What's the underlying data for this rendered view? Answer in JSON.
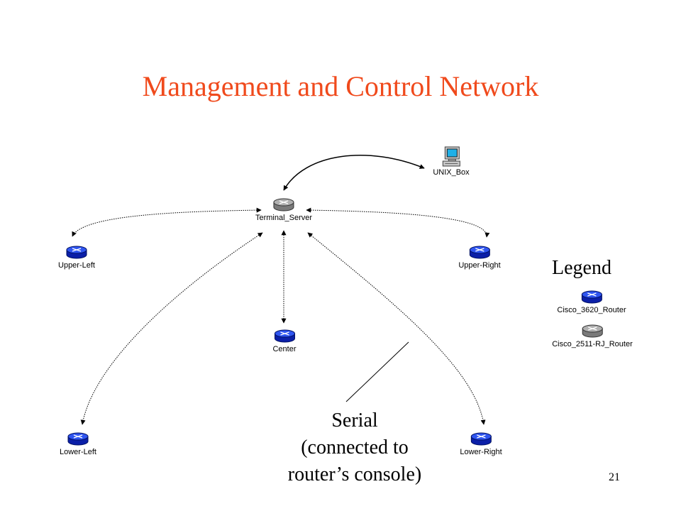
{
  "title": "Management and Control Network",
  "colors": {
    "title": "#f04a1c",
    "router_3620": "#1f3fe0",
    "router_2511": "#8a8a8a",
    "connection": "#000000"
  },
  "nodes": {
    "unix_box": {
      "label": "UNIX_Box",
      "icon": "computer-icon"
    },
    "terminal_server": {
      "label": "Terminal_Server",
      "icon": "router-2511-icon"
    },
    "upper_left": {
      "label": "Upper-Left",
      "icon": "router-3620-icon"
    },
    "upper_right": {
      "label": "Upper-Right",
      "icon": "router-3620-icon"
    },
    "center": {
      "label": "Center",
      "icon": "router-3620-icon"
    },
    "lower_left": {
      "label": "Lower-Left",
      "icon": "router-3620-icon"
    },
    "lower_right": {
      "label": "Lower-Right",
      "icon": "router-3620-icon"
    }
  },
  "legend": {
    "title": "Legend",
    "items": [
      {
        "label": "Cisco_3620_Router",
        "icon": "router-3620-icon"
      },
      {
        "label": "Cisco_2511-RJ_Router",
        "icon": "router-2511-icon"
      }
    ]
  },
  "annotation": {
    "lines": [
      "Serial",
      "(connected to",
      "router’s console)"
    ]
  },
  "slide_number": "21"
}
